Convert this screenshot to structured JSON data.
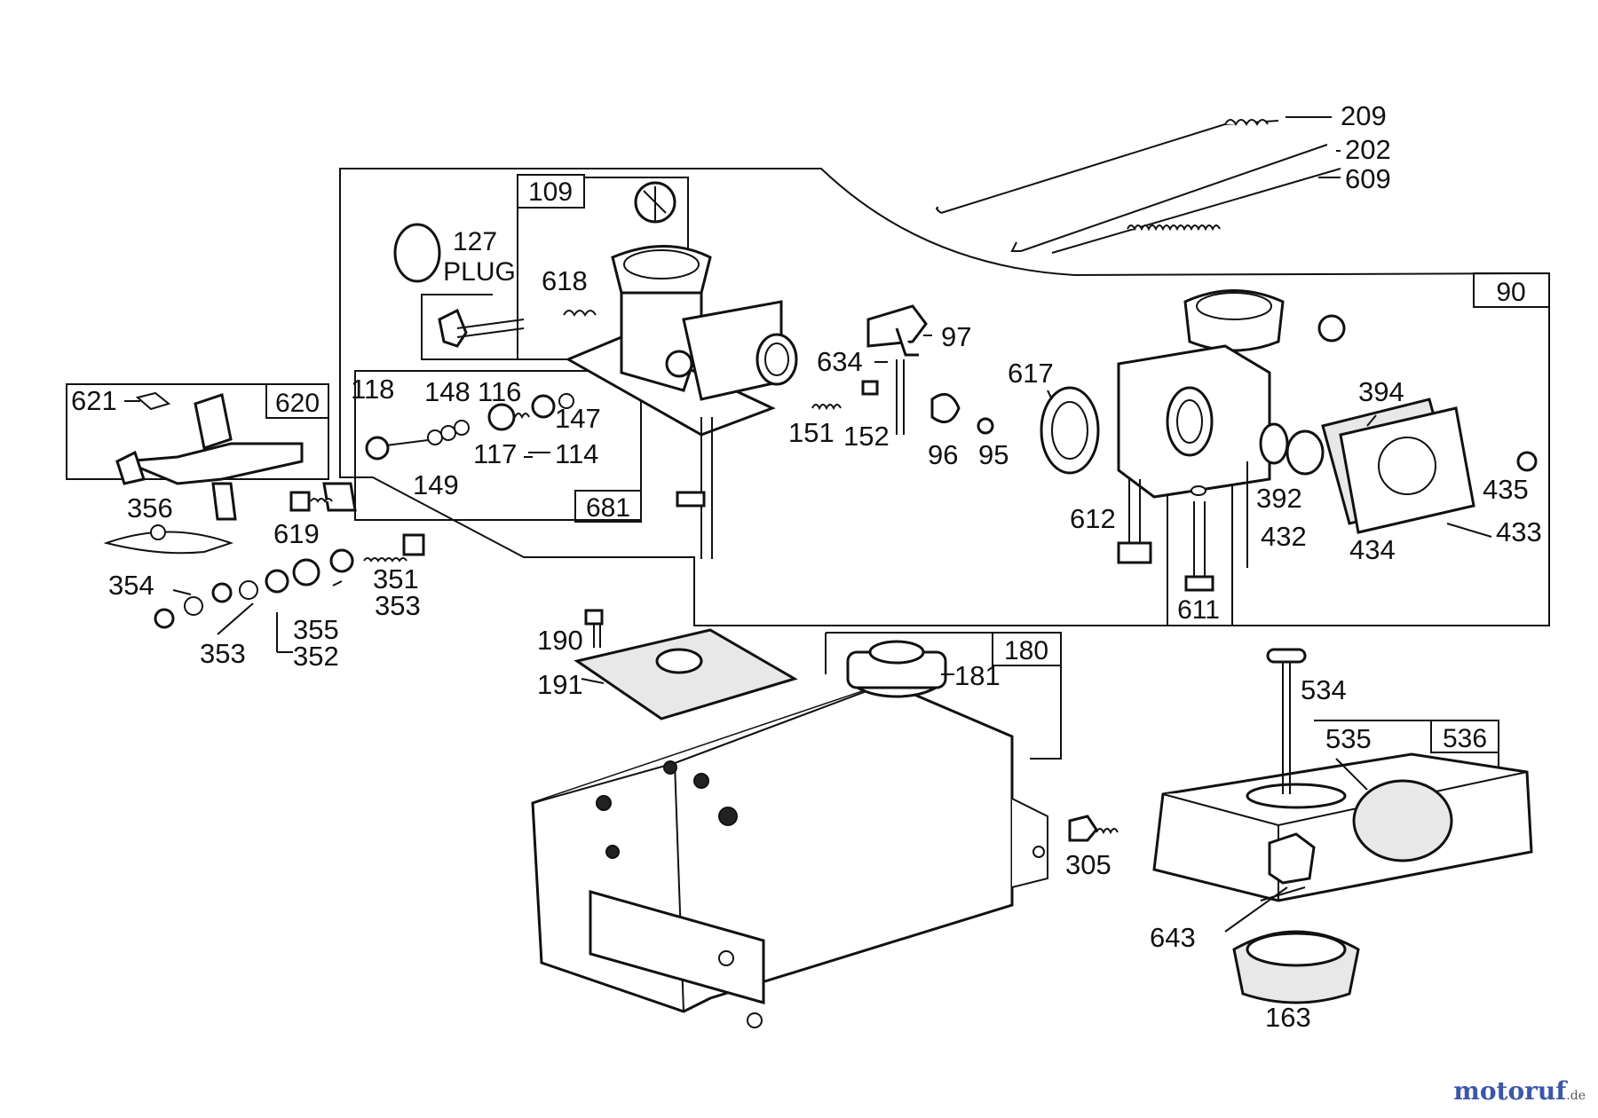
{
  "watermark": {
    "main": "motoruf",
    "tld": ".de"
  },
  "box_labels": [
    "109",
    "681",
    "620",
    "90",
    "611",
    "180",
    "536"
  ],
  "plug_text": {
    "number": "127",
    "word": "PLUG"
  },
  "part_labels": [
    "209",
    "202",
    "609",
    "618",
    "97",
    "634",
    "617",
    "394",
    "621",
    "118",
    "148",
    "116",
    "147",
    "117",
    "114",
    "149",
    "151",
    "152",
    "96",
    "95",
    "392",
    "435",
    "612",
    "432",
    "433",
    "434",
    "356",
    "619",
    "351",
    "354",
    "353",
    "355",
    "352",
    "190",
    "191",
    "181",
    "534",
    "535",
    "305",
    "643",
    "163"
  ]
}
